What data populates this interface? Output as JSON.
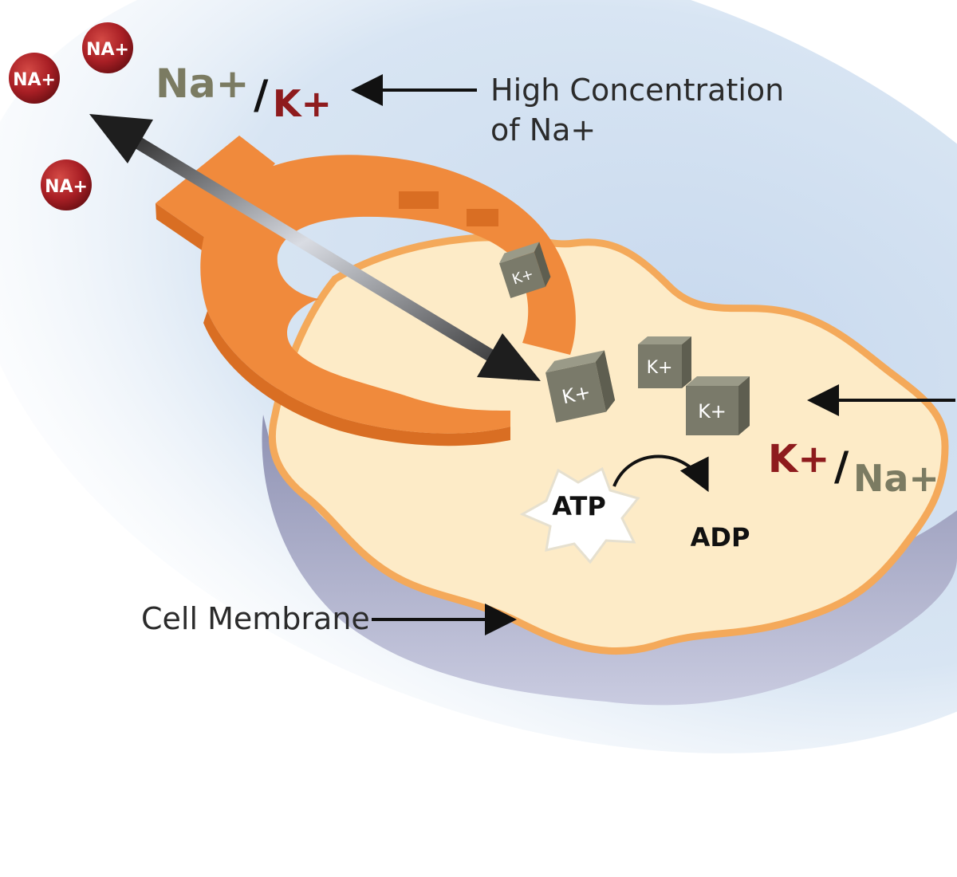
{
  "labels": {
    "high_concentration_line1": "High Concentration",
    "high_concentration_line2": "of Na+",
    "cell_membrane": "Cell Membrane",
    "atp": "ATP",
    "adp": "ADP"
  },
  "outside_ratio": {
    "major": "Na+",
    "slash": "/",
    "minor": "K+"
  },
  "inside_ratio": {
    "major": "K+",
    "slash": "/",
    "minor": "Na+"
  },
  "sodium_ions": [
    "NA+",
    "NA+",
    "NA+"
  ],
  "potassium_cubes": [
    "K+",
    "K+",
    "K+",
    "K+"
  ],
  "colors": {
    "sodium": "#a91f25",
    "potassium_text": "#8e1b1d",
    "sodium_text": "#7b7b62",
    "pump": "#f08a3c",
    "cell_fill": "#fdebc7",
    "membrane_edge": "#f4a95a",
    "cube": "#7a7a6a",
    "background_glow": "#d5e3f2"
  }
}
